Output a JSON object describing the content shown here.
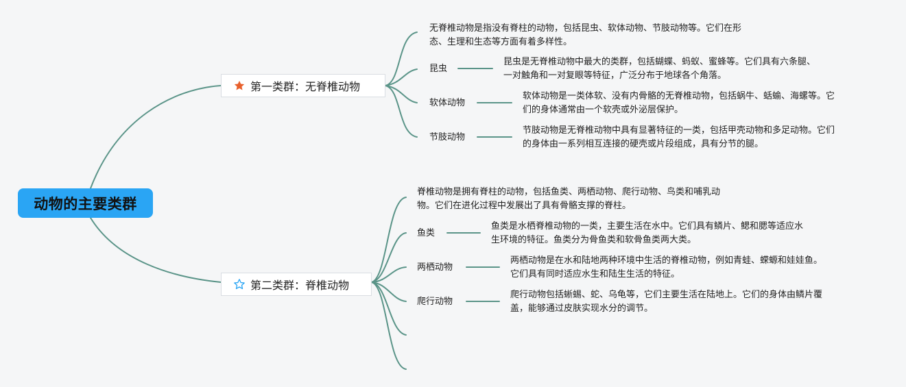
{
  "root": {
    "label": "动物的主要类群"
  },
  "groups": [
    {
      "label": "第一类群：无脊椎动物",
      "icon": "star-filled-icon",
      "icon_color": "#e8602c",
      "summary": "无脊椎动物是指没有脊柱的动物，包括昆虫、软体动物、节肢动物等。它们在形\n态、生理和生态等方面有着多样性。",
      "children": [
        {
          "label": "昆虫",
          "desc": "昆虫是无脊椎动物中最大的类群，包括蝴蝶、蚂蚁、蜜蜂等。它们具有六条腿、\n一对触角和一对复眼等特征，广泛分布于地球各个角落。"
        },
        {
          "label": "软体动物",
          "desc": "软体动物是一类体软、没有内骨骼的无脊椎动物，包括蜗牛、蛞蝓、海螺等。它\n们的身体通常由一个软壳或外泌层保护。"
        },
        {
          "label": "节肢动物",
          "desc": "节肢动物是无脊椎动物中具有显著特征的一类，包括甲壳动物和多足动物。它们\n的身体由一系列相互连接的硬壳或片段组成，具有分节的腿。"
        }
      ]
    },
    {
      "label": "第二类群：脊椎动物",
      "icon": "star-outline-icon",
      "icon_color": "#2aa5f4",
      "summary": "脊椎动物是拥有脊柱的动物，包括鱼类、两栖动物、爬行动物、鸟类和哺乳动\n物。它们在进化过程中发展出了具有骨骼支撑的脊柱。",
      "children": [
        {
          "label": "鱼类",
          "desc": "鱼类是水栖脊椎动物的一类，主要生活在水中。它们具有鳞片、鳃和腮等适应水\n生环境的特征。鱼类分为骨鱼类和软骨鱼类两大类。"
        },
        {
          "label": "两栖动物",
          "desc": "两栖动物是在水和陆地两种环境中生活的脊椎动物，例如青蛙、蝾螈和娃娃鱼。\n它们具有同时适应水生和陆生生活的特征。"
        },
        {
          "label": "爬行动物",
          "desc": "爬行动物包括蜥蜴、蛇、乌龟等，它们主要生活在陆地上。它们的身体由鳞片覆\n盖，能够通过皮肤实现水分的调节。"
        }
      ]
    }
  ],
  "colors": {
    "link": "#5a9488",
    "root_bg": "#2aa5f4",
    "background": "#f5f6f7"
  }
}
